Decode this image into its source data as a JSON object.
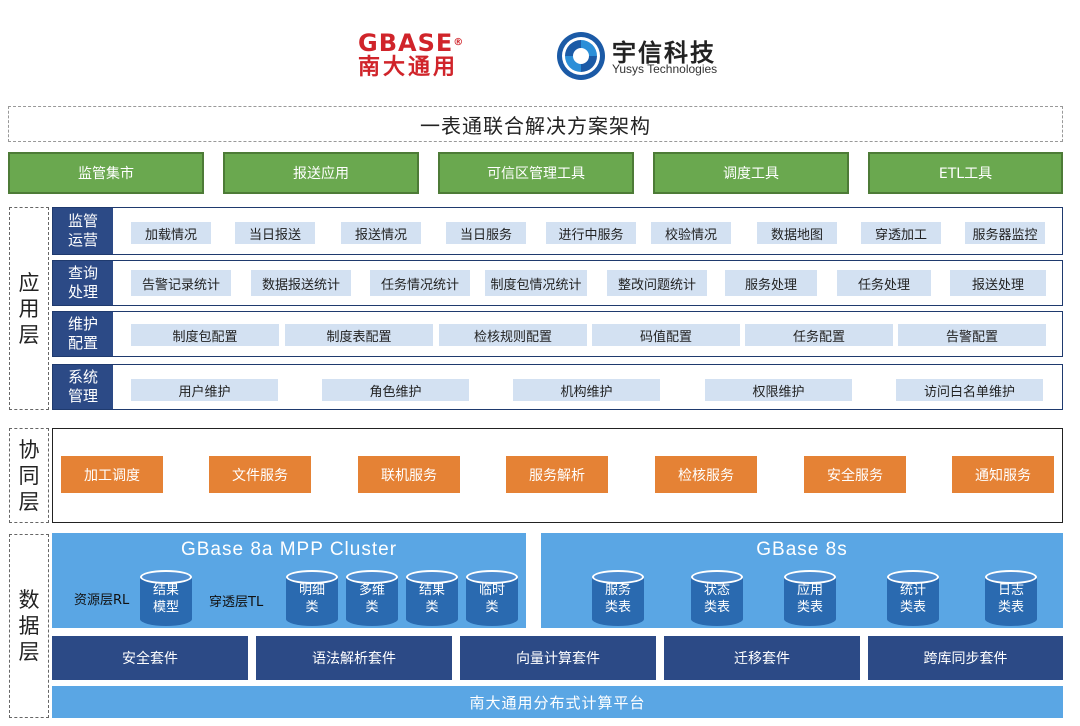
{
  "logos": {
    "gbase_line1": "GBASE",
    "gbase_registered": "®",
    "gbase_line2": "南大通用",
    "yusys_name": "宇信科技",
    "yusys_sub": "Yusys Technologies"
  },
  "title": "一表通联合解决方案架构",
  "tools": [
    "监管集市",
    "报送应用",
    "可信区管理工具",
    "调度工具",
    "ETL工具"
  ],
  "layers": {
    "app": [
      "应",
      "用",
      "层"
    ],
    "coord": [
      "协",
      "同",
      "层"
    ],
    "data": [
      "数",
      "据",
      "层"
    ]
  },
  "app_rows": [
    {
      "head": [
        "监管",
        "运营"
      ],
      "items": [
        "加载情况",
        "当日报送",
        "报送情况",
        "当日服务",
        "进行中服务",
        "校验情况",
        "数据地图",
        "穿透加工",
        "服务器监控"
      ]
    },
    {
      "head": [
        "查询",
        "处理"
      ],
      "items": [
        "告警记录统计",
        "数据报送统计",
        "任务情况统计",
        "制度包情况统计",
        "整改问题统计",
        "服务处理",
        "任务处理",
        "报送处理"
      ]
    },
    {
      "head": [
        "维护",
        "配置"
      ],
      "items": [
        "制度包配置",
        "制度表配置",
        "检核规则配置",
        "码值配置",
        "任务配置",
        "告警配置"
      ]
    },
    {
      "head": [
        "系统",
        "管理"
      ],
      "items": [
        "用户维护",
        "角色维护",
        "机构维护",
        "权限维护",
        "访问白名单维护"
      ]
    }
  ],
  "coord_services": [
    "加工调度",
    "文件服务",
    "联机服务",
    "服务解析",
    "检核服务",
    "安全服务",
    "通知服务"
  ],
  "data_layer": {
    "mpp": {
      "title": "GBase 8a MPP Cluster",
      "rl_label": "资源层RL",
      "tl_label": "穿透层TL",
      "rl_cylinders": [
        [
          "结果",
          "模型"
        ]
      ],
      "tl_cylinders": [
        [
          "明细",
          "类"
        ],
        [
          "多维",
          "类"
        ],
        [
          "结果",
          "类"
        ],
        [
          "临时",
          "类"
        ]
      ]
    },
    "g8s": {
      "title": "GBase 8s",
      "cylinders": [
        [
          "服务",
          "类表"
        ],
        [
          "状态",
          "类表"
        ],
        [
          "应用",
          "类表"
        ],
        [
          "统计",
          "类表"
        ],
        [
          "日志",
          "类表"
        ]
      ]
    },
    "suites": [
      "安全套件",
      "语法解析套件",
      "向量计算套件",
      "迁移套件",
      "跨库同步套件"
    ],
    "platform": "南大通用分布式计算平台"
  },
  "colors": {
    "green": "#6aa84f",
    "navy": "#2c4a86",
    "chip": "#d3e1f2",
    "orange": "#e58235",
    "sky": "#5aa6e4",
    "logo_red": "#d0242a"
  }
}
